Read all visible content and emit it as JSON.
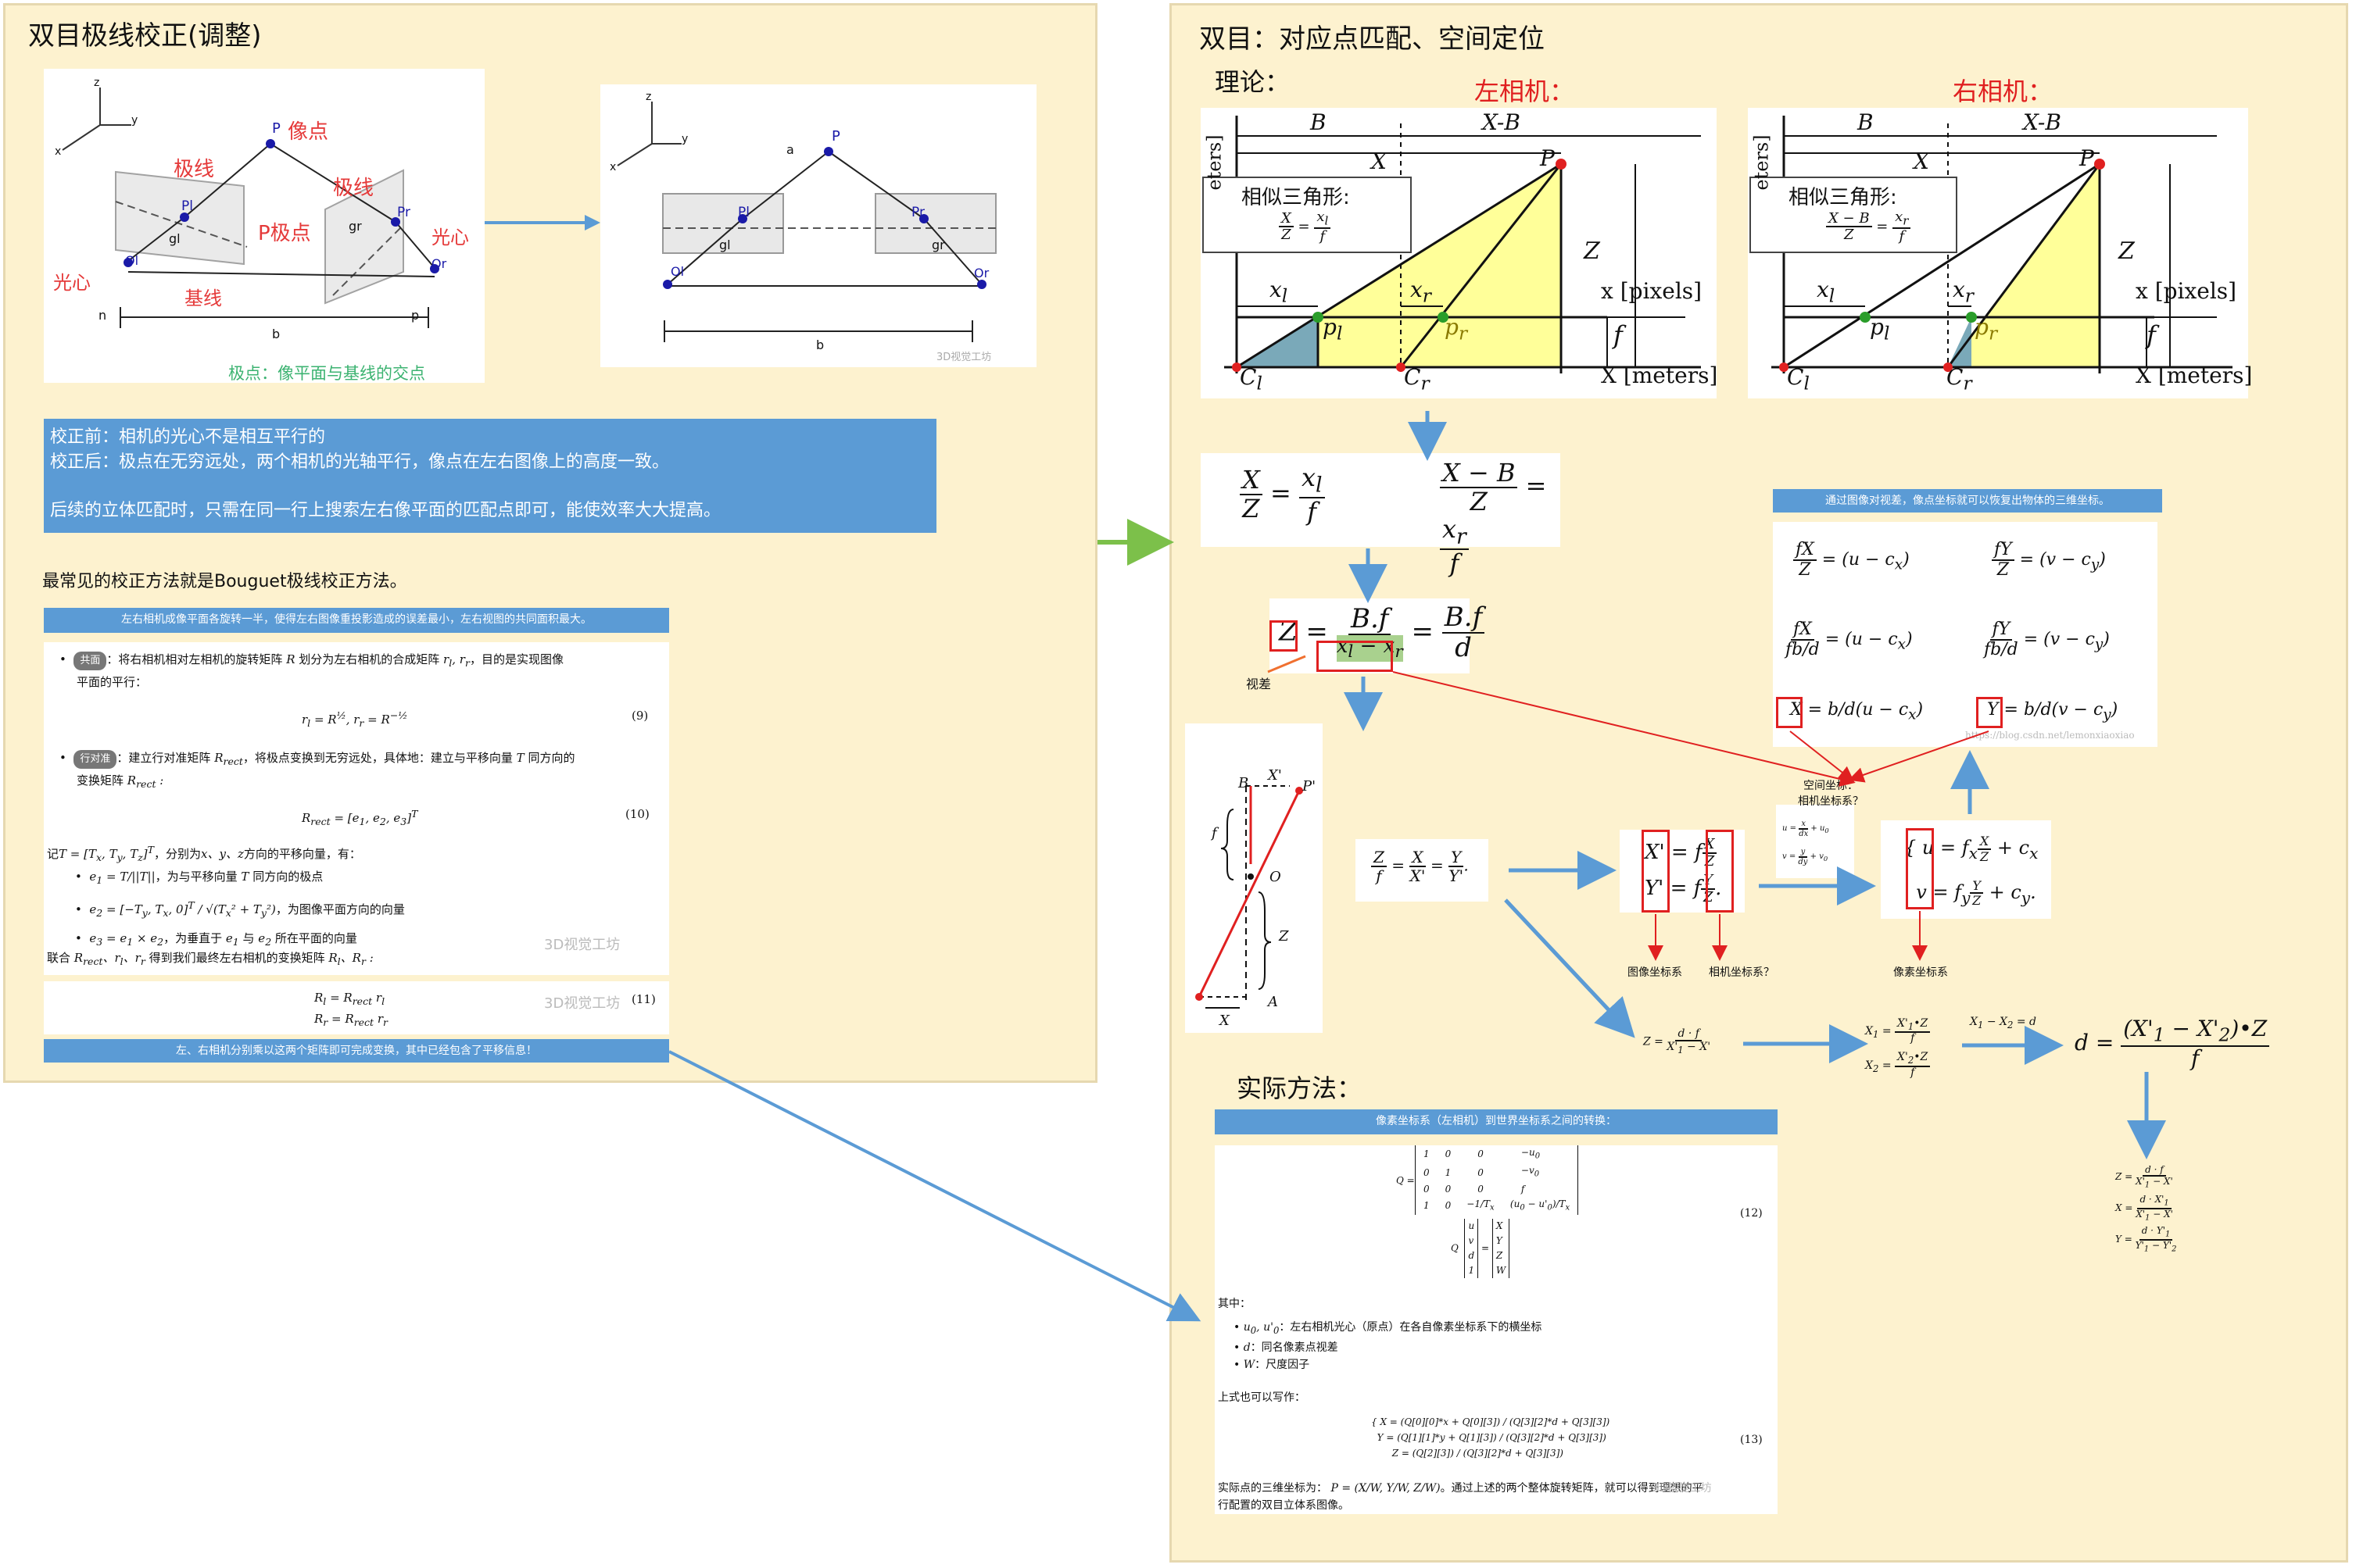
{
  "left_panel": {
    "title": "双目极线校正(调整)",
    "fig1": {
      "axis_z": "z",
      "axis_y": "y",
      "axis_x": "x",
      "p_point": "P",
      "p_label": "像点",
      "epiline_left": "极线",
      "epiline_right": "极线",
      "p_epipole": "P极点",
      "optical_center_left": "光心",
      "optical_center_right": "光心",
      "baseline": "基线",
      "pl": "Pl",
      "pr": "Pr",
      "gl": "gl",
      "gr": "gr",
      "ol": "Ol",
      "or": "Or",
      "n": "n",
      "b": "b",
      "p": "p",
      "caption": "极点：像平面与基线的交点"
    },
    "fig2": {
      "axis_z": "z",
      "axis_y": "y",
      "axis_x": "x",
      "p_point": "P",
      "a": "a",
      "pl": "Pl",
      "pr": "Pr",
      "gl": "gl",
      "gr": "gr",
      "ol": "Ol",
      "or": "Or",
      "b": "b",
      "watermark": "3D视觉工坊"
    },
    "info_box": {
      "line1": "校正前：相机的光心不是相互平行的",
      "line2": "校正后：极点在无穷远处，两个相机的光轴平行，像点在左右图像上的高度一致。",
      "line3": "后续的立体匹配时，只需在同一行上搜索左右像平面的匹配点即可，能使效率大大提高。"
    },
    "bouguet_text": "最常见的校正方法就是Bouguet极线校正方法。",
    "doc_header": "左右相机成像平面各旋转一半，使得左右图像重投影造成的误差最小，左右视图的共同面积最大。",
    "doc": {
      "pill1": "共面",
      "item1_a": "：将右相机相对左相机的旋转矩阵",
      "item1_b": "划分为左右相机的合成矩阵",
      "item1_c": "，目的是实现图像",
      "item1_d": "平面的平行：",
      "eq9": "(9)",
      "pill2": "行对准",
      "item2_a": "：建立行对准矩阵",
      "item2_b": "，将极点变换到无穷远处，具体地：建立与平移向量",
      "item2_c": "同方向的",
      "item2_d": "变换矩阵",
      "eq10": "(10)",
      "note_a": "记",
      "note_b": "，分别为",
      "note_c": "方向的平移向量，有：",
      "e1_text": "，为与平移向量",
      "e1_tail": "同方向的极点",
      "e2_text": "，为图像平面方向的向量",
      "e3_text": "，为垂直于",
      "e3_and": "与",
      "e3_tail": "所在平面的向量",
      "combine_a": "联合",
      "combine_b": "得到我们最终左右相机的变换矩阵",
      "eq11": "(11)",
      "watermark1": "3D视觉工坊",
      "watermark2": "3D视觉工坊"
    },
    "footer_bar": "左、右相机分别乘以这两个矩阵即可完成变换，其中已经包含了平移信息！"
  },
  "right_panel": {
    "title": "双目：对应点匹配、空间定位",
    "theory": "理论：",
    "left_camera": "左相机：",
    "right_camera": "右相机：",
    "diag_left": {
      "B": "B",
      "XB": "X-B",
      "X": "X",
      "P": "P",
      "meters": "eters]",
      "similar": "相似三角形:",
      "Z": "Z",
      "xl": "x",
      "xr": "x",
      "xpix": "x [pixels]",
      "f": "f",
      "pl": "p",
      "pr": "p",
      "Cl": "C",
      "Cr": "C",
      "Xmeters": "X [meters]"
    },
    "diag_right": {
      "B": "B",
      "XB": "X-B",
      "X": "X",
      "P": "P",
      "meters": "eters]",
      "similar": "相似三角形:",
      "Z": "Z",
      "xl": "x",
      "xr": "x",
      "xpix": "x [pixels]",
      "f": "f",
      "pl": "p",
      "pr": "p",
      "Cl": "C",
      "Cr": "C",
      "Xmeters": "X [meters]"
    },
    "disparity_label": "视差",
    "recover_bar": "通过图像对视差，像点坐标就可以恢复出物体的三维坐标。",
    "recover_watermark": "https://blog.csdn.net/lemonxiaoxiao",
    "spatial_coord": "空间坐标：\n相机坐标系？",
    "image_coord": "图像坐标系",
    "camera_coord": "相机坐标系？",
    "pixel_coord": "像素坐标系",
    "practical": "实际方法：",
    "practical_bar": "像素坐标系（左相机）到世界坐标系之间的转换：",
    "practical_doc": {
      "eq12": "(12)",
      "where": "其中：",
      "b1": "：左右相机光心（原点）在各自像素坐标系下的横坐标",
      "b2": "：同名像素点视差",
      "b3": "：尺度因子",
      "also": "上式也可以写作：",
      "eq13": "(13)",
      "real_a": "实际点的三维坐标为：",
      "real_b": "。通过上述的两个整体旋转矩阵，就可以得到理想的平",
      "real_c": "行配置的双目立体系图像。",
      "watermark": "3D视觉工坊"
    }
  }
}
